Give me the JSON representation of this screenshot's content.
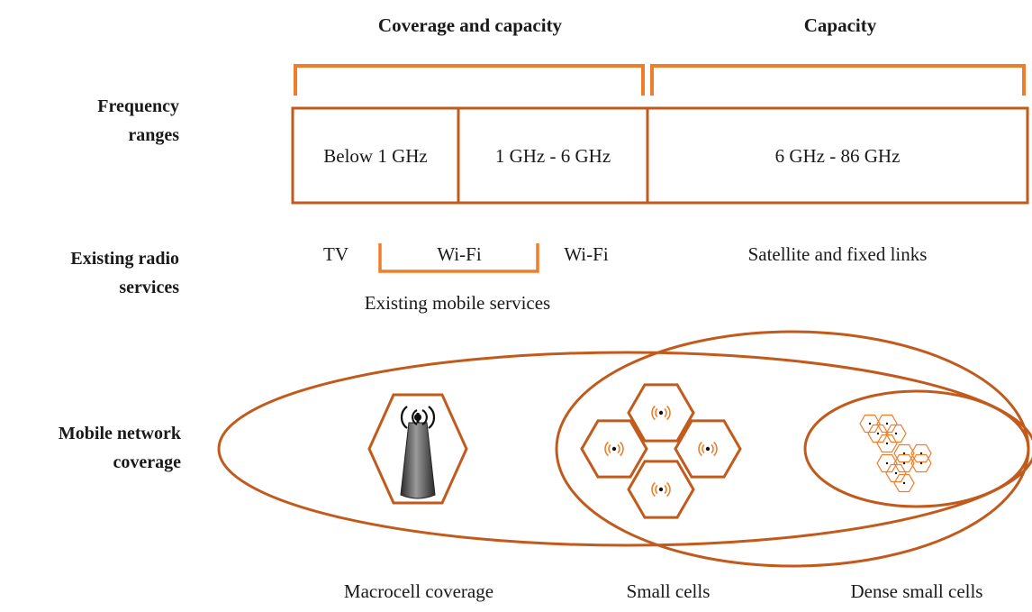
{
  "colors": {
    "dark_orange": "#c25a1c",
    "bright_orange": "#f07d2a",
    "text": "#1a1a1a"
  },
  "headers": {
    "coverage_capacity": "Coverage and capacity",
    "capacity": "Capacity"
  },
  "rows": {
    "frequency": [
      "Frequency",
      "ranges"
    ],
    "radio_services": [
      "Existing radio",
      "services"
    ],
    "mobile_coverage": [
      "Mobile network",
      "coverage"
    ]
  },
  "bands": [
    "Below 1 GHz",
    "1 GHz - 6 GHz",
    "6 GHz - 86 GHz"
  ],
  "services": {
    "tv": "TV",
    "wifi_bracket": "Wi-Fi",
    "wifi": "Wi-Fi",
    "satellite": "Satellite and fixed links",
    "mobile": "Existing mobile services"
  },
  "coverage": {
    "macro": "Macrocell coverage",
    "small": "Small cells",
    "dense": "Dense small cells"
  },
  "icons": [
    "antenna-tower-icon",
    "signal-cell-icon",
    "hexagon-cell-icon"
  ]
}
